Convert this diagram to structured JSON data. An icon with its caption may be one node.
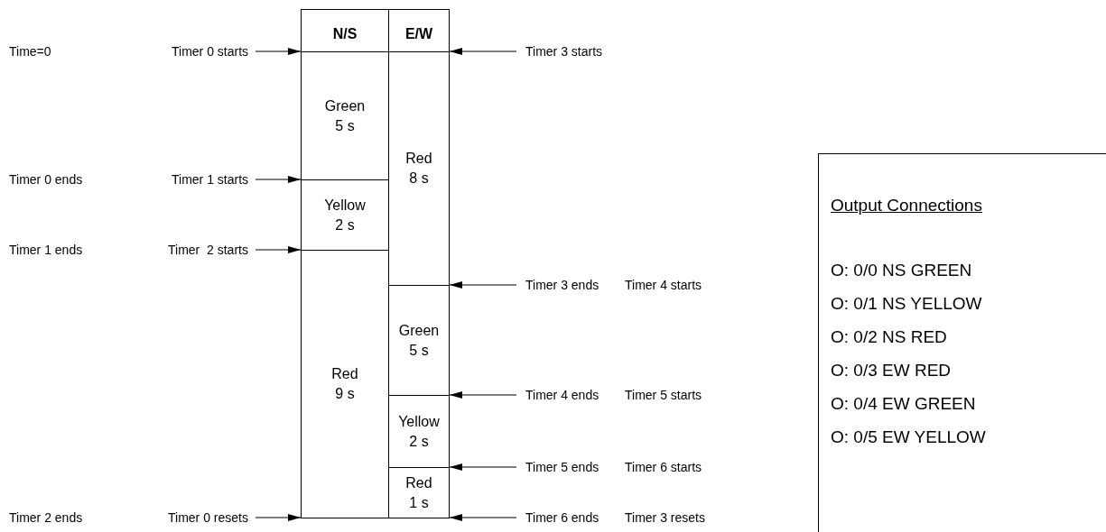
{
  "diagram": {
    "nodes": [
      {
        "text": [
          "N/S"
        ]
      },
      {
        "text": [
          "E/W"
        ]
      },
      {
        "text": [
          "Green 5 s"
        ]
      },
      {
        "text": [
          "Yellow 2 s"
        ]
      },
      {
        "text": [
          "Red 9 s"
        ]
      },
      {
        "text": [
          "Red 8 s"
        ]
      },
      {
        "text": [
          "Green 5 s"
        ]
      },
      {
        "text": [
          "Yellow 2 s"
        ]
      },
      {
        "text": [
          "Red 1 s"
        ]
      },
      {
        "text": [
          "Timer 0 starts"
        ]
      },
      {
        "text": [
          "Timer 1 starts"
        ]
      },
      {
        "text": [
          "Timer  2 starts"
        ]
      },
      {
        "text": [
          "Timer 0 resets"
        ]
      },
      {
        "text": [
          "Timer 3 starts"
        ]
      },
      {
        "text": [
          "Timer 3 ends"
        ]
      },
      {
        "text": [
          "Timer 4 ends"
        ]
      },
      {
        "text": [
          "Timer 5 ends"
        ]
      },
      {
        "text": [
          "Timer 6 ends"
        ]
      },
      {
        "text": [
          "Output Connections",
          "O: 0/0 NS GREEN",
          "O: 0/1 NS YELLOW",
          "O: 0/2 NS RED",
          "O: 0/3 EW RED",
          "O: 0/4 EW GREEN",
          "O: 0/5 EW YELLOW"
        ]
      }
    ],
    "edges": [
      {
        "from": 9,
        "to": 0,
        "arrow": "to"
      },
      {
        "from": 10,
        "to": 3,
        "arrow": "to"
      },
      {
        "from": 11,
        "to": 3,
        "arrow": "to"
      },
      {
        "from": 12,
        "to": 4,
        "arrow": "to"
      },
      {
        "from": 13,
        "to": 1,
        "arrow": "to"
      },
      {
        "from": 14,
        "to": 6,
        "arrow": "to"
      },
      {
        "from": 15,
        "to": 7,
        "arrow": "to"
      },
      {
        "from": 16,
        "to": 8,
        "arrow": "to"
      },
      {
        "from": 17,
        "to": 8,
        "arrow": "to"
      }
    ],
    "labels": [
      "Time=0",
      "Timer 0 ends",
      "Timer 1 ends",
      "Timer 4 starts",
      "Timer 5 starts",
      "Timer 6 starts",
      "Timer 2 ends",
      "Timer 3 resets"
    ]
  }
}
